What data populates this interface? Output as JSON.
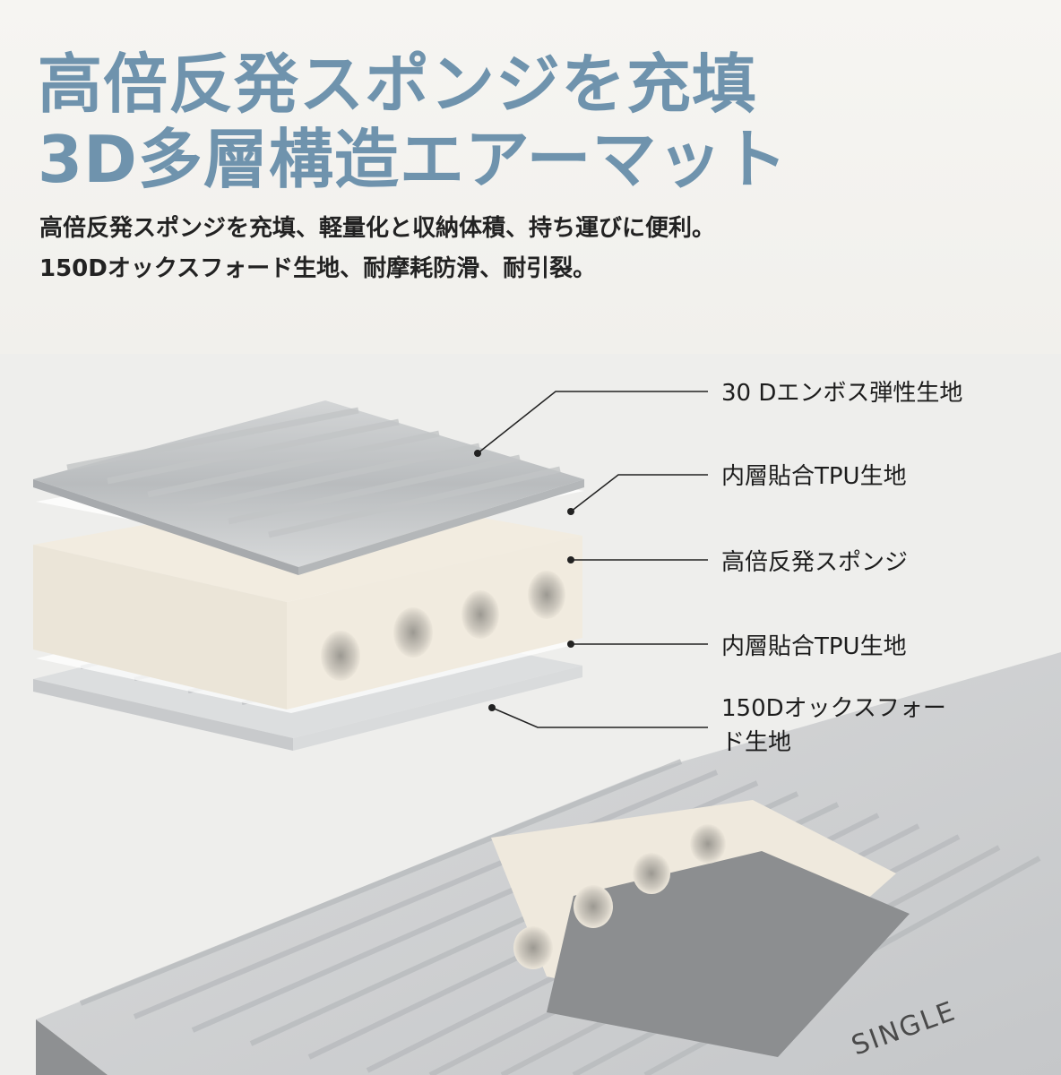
{
  "headline": {
    "line1": "高倍反発スポンジを充填",
    "line2": "3D多層構造エアーマット"
  },
  "description": {
    "line1": "高倍反発スポンジを充填、軽量化と収納体積、持ち運びに便利。",
    "line2": "150Dオックスフォード生地、耐摩耗防滑、耐引裂。"
  },
  "layers": [
    {
      "label": "30 Dエンボス弾性生地"
    },
    {
      "label": "内層貼合TPU生地"
    },
    {
      "label": "高倍反発スポンジ"
    },
    {
      "label": "内層貼合TPU生地"
    },
    {
      "label": "150Dオックスフォード生地"
    }
  ],
  "product_mark": "SINGLE",
  "colors": {
    "headline": "#6f93ad",
    "text": "#222222",
    "fabric": "#c9cbcd",
    "sponge": "#efe9dd",
    "base": "#8e9092"
  }
}
